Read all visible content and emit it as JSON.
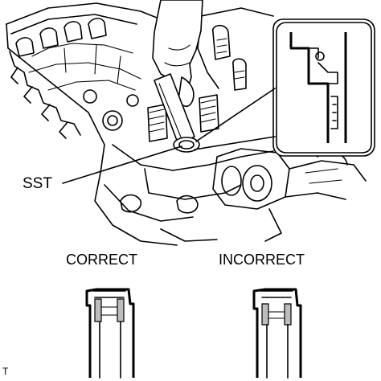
{
  "labels": {
    "sst": "SST",
    "correct": "CORRECT",
    "incorrect": "INCORRECT",
    "corner_mark": "T"
  }
}
